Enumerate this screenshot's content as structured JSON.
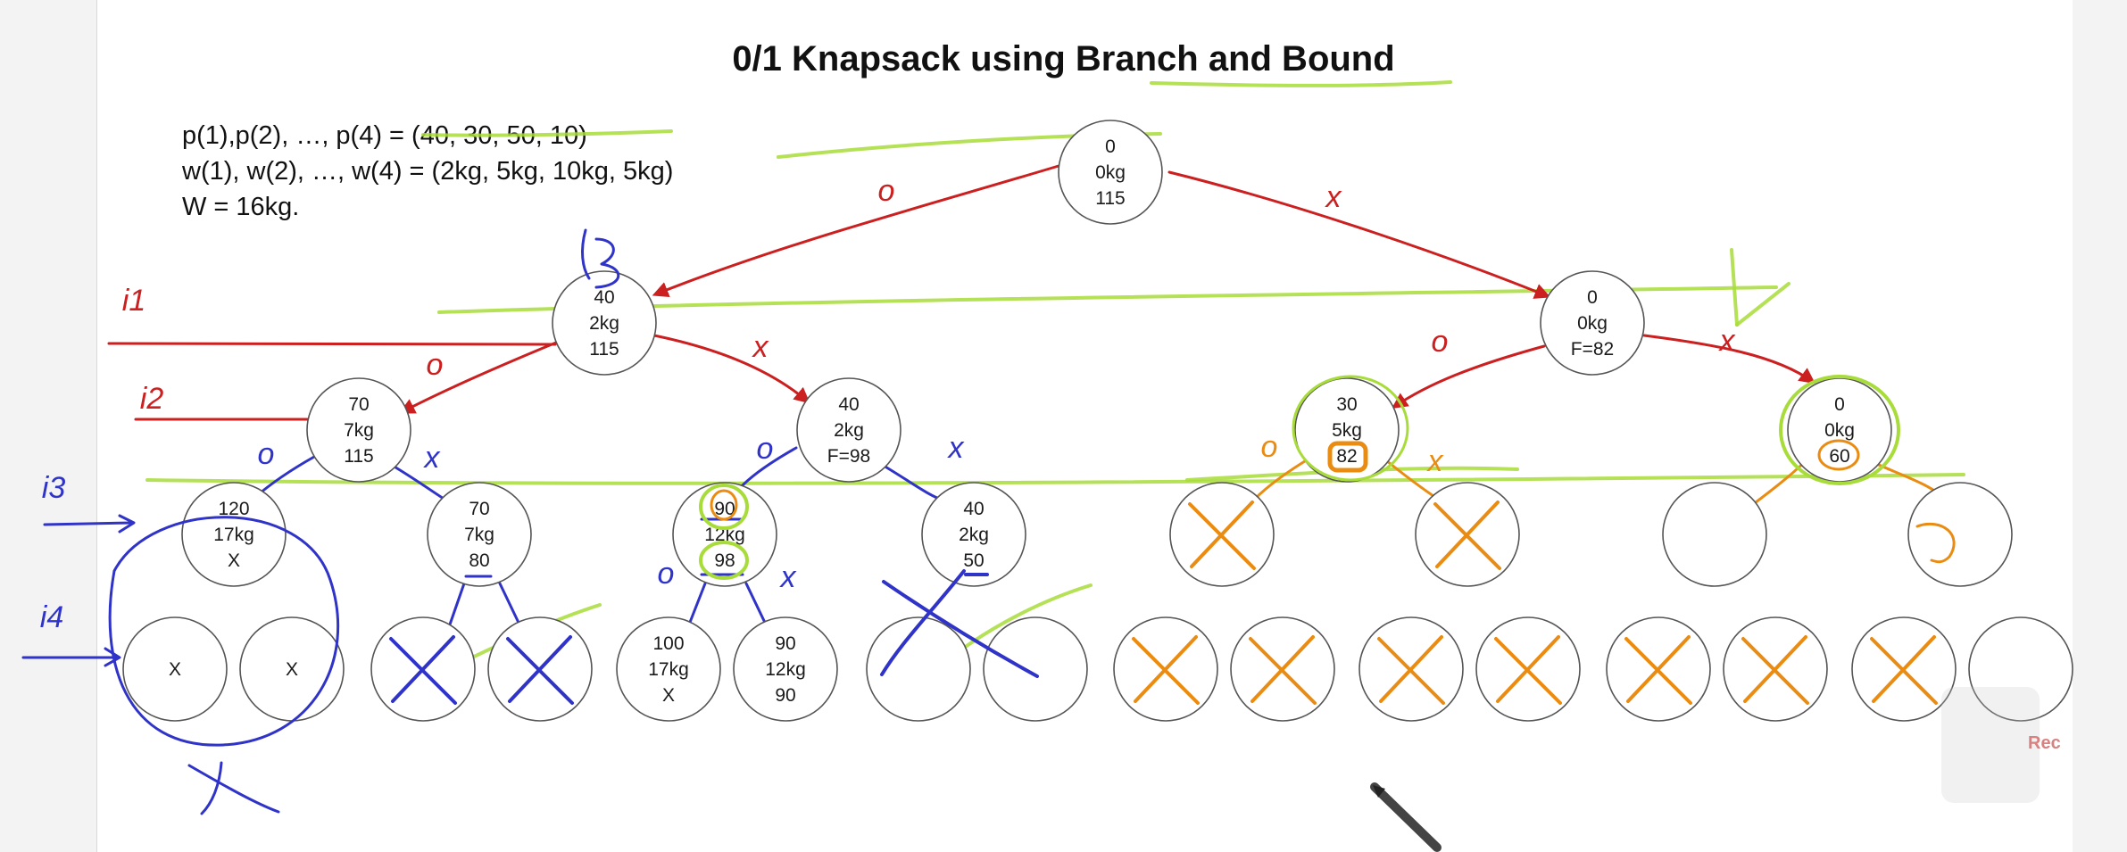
{
  "title": "0/1 Knapsack using Branch and Bound",
  "given": {
    "profits": "p(1),p(2), …, p(4) = (40, 30, 50, 10)",
    "weights": "w(1), w(2), …, w(4) = (2kg, 5kg, 10kg, 5kg)",
    "capacity": "W = 16kg."
  },
  "level_labels": [
    "i1",
    "i2",
    "i3",
    "i4"
  ],
  "edge_labels": {
    "include": "o",
    "exclude": "x"
  },
  "nodes": [
    {
      "id": "root",
      "lines": [
        "0",
        "0kg",
        "115"
      ]
    },
    {
      "id": "L",
      "lines": [
        "40",
        "2kg",
        "115"
      ]
    },
    {
      "id": "R",
      "lines": [
        "0",
        "0kg",
        "F=82"
      ]
    },
    {
      "id": "LL",
      "lines": [
        "70",
        "7kg",
        "115"
      ]
    },
    {
      "id": "LR",
      "lines": [
        "40",
        "2kg",
        "F=98"
      ]
    },
    {
      "id": "RL",
      "lines": [
        "30",
        "5kg",
        "82"
      ]
    },
    {
      "id": "RR",
      "lines": [
        "0",
        "0kg",
        "60"
      ]
    },
    {
      "id": "LLL",
      "lines": [
        "120",
        "17kg",
        "X"
      ]
    },
    {
      "id": "LLR",
      "lines": [
        "70",
        "7kg",
        "80"
      ]
    },
    {
      "id": "LRL",
      "lines": [
        "90",
        "12kg",
        "98"
      ]
    },
    {
      "id": "LRR",
      "lines": [
        "40",
        "2kg",
        "50"
      ]
    },
    {
      "id": "RLL",
      "lines": []
    },
    {
      "id": "RLR",
      "lines": []
    },
    {
      "id": "RRL",
      "lines": []
    },
    {
      "id": "RRR",
      "lines": []
    },
    {
      "id": "LLL-L",
      "lines": [
        "X"
      ]
    },
    {
      "id": "LLL-R",
      "lines": [
        "X"
      ]
    },
    {
      "id": "LLR-L",
      "lines": []
    },
    {
      "id": "LLR-R",
      "lines": []
    },
    {
      "id": "LRL-L",
      "lines": [
        "100",
        "17kg",
        "X"
      ]
    },
    {
      "id": "LRL-R",
      "lines": [
        "90",
        "12kg",
        "90"
      ]
    },
    {
      "id": "LRR-L",
      "lines": []
    },
    {
      "id": "LRR-R",
      "lines": []
    },
    {
      "id": "RLL-L",
      "lines": []
    },
    {
      "id": "RLL-R",
      "lines": []
    },
    {
      "id": "RLR-L",
      "lines": []
    },
    {
      "id": "RLR-R",
      "lines": []
    },
    {
      "id": "RRL-L",
      "lines": []
    },
    {
      "id": "RRL-R",
      "lines": []
    },
    {
      "id": "RRR-L",
      "lines": []
    },
    {
      "id": "RRR-R",
      "lines": []
    }
  ],
  "badge": {
    "label": "Rec"
  },
  "colors": {
    "red_ink": "#cc1f1f",
    "blue_ink": "#2f33c8",
    "green_highlight": "#a8dc3a",
    "orange_ink": "#ea8c12",
    "node_stroke": "#555555"
  }
}
